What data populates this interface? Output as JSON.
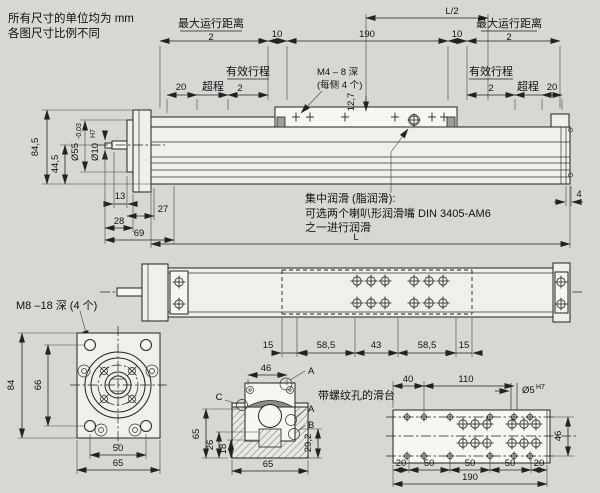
{
  "notes": {
    "line1": "所有尺寸的单位均为 mm",
    "line2": "各图尺寸比例不同"
  },
  "colors": {
    "background": "#d5d8d3",
    "line": "#222222",
    "fill": "#eef0ea"
  },
  "side_view": {
    "l_half": "L/2",
    "max_travel": "最大运行距离",
    "denom": "2",
    "d10": "10",
    "d190": "190",
    "stroke": "有效行程",
    "overtravel": "超程",
    "d20": "20",
    "m4_line1": "M4 – 8 深",
    "m4_line2": "(每侧 4 个)",
    "d12_7": "12,7",
    "h84_5": "84,5",
    "h44_5": "44,5",
    "dia55": "Ø55",
    "dia55_tol": "-0,03",
    "dia10": "Ø10",
    "fit_h7": "H7",
    "d13": "13",
    "d27": "27",
    "d28": "28",
    "d69": "69",
    "length": "L",
    "d4": "4",
    "lube1": "集中润滑 (脂润滑):",
    "lube2": "可选两个喇叭形润滑嘴 DIN 3405-AM6",
    "lube3": "之一进行润滑"
  },
  "bottom_view": {
    "m8": "M8 –18 深 (4 个)",
    "d15": "15",
    "d58_5": "58,5",
    "d43": "43"
  },
  "end_view": {
    "d84": "84",
    "d66": "66",
    "d50": "50",
    "d65": "65"
  },
  "section_view": {
    "d46": "46",
    "d65_side": "65",
    "d26": "26",
    "d18": "18",
    "d29_2": "29,2",
    "d65_bottom": "65",
    "label_a": "A",
    "label_b": "B",
    "label_c": "C",
    "caption": "带螺纹孔的滑台"
  },
  "plate_view": {
    "d40": "40",
    "d110": "110",
    "dia5": "Ø5",
    "fit_h7": "H7",
    "d46": "46",
    "d20": "20",
    "d50": "50",
    "d190": "190"
  }
}
